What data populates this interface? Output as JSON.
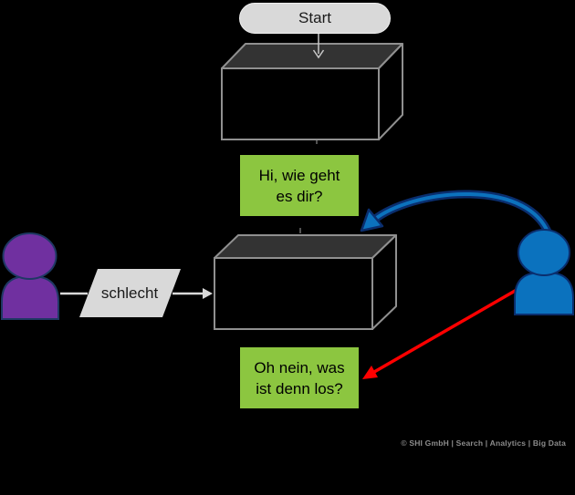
{
  "diagram": {
    "background": "#000000",
    "start": {
      "label": "Start",
      "fill": "#D9D9D9",
      "text_color": "#1A1A1A"
    },
    "start_arrow": {
      "color": "#C8C8C8"
    },
    "machine_top": {
      "front_fill": "#000000",
      "top_fill": "#333333",
      "outline": "#909090"
    },
    "machine_middle": {
      "front_fill": "#000000",
      "top_fill": "#333333",
      "outline": "#909090"
    },
    "bot_message_top": {
      "line1": "Hi, wie geht",
      "line2": "es dir?",
      "fill": "#8CC640",
      "text_color": "#000000"
    },
    "bot_message_bottom": {
      "line1": "Oh nein, was",
      "line2": "ist denn los?",
      "fill": "#8CC640",
      "text_color": "#000000"
    },
    "user_input": {
      "label": "schlecht",
      "fill": "#D9D9D9",
      "text_color": "#1A1A1A"
    },
    "person_left": {
      "fill": "#7030A0",
      "outline": "#1F3864"
    },
    "person_right": {
      "fill": "#0B72BE",
      "outline": "#0A2E6E"
    },
    "connector": {
      "color": "#D9D9D9"
    },
    "curved_arrow": {
      "fill": "#0C72BD",
      "outline": "#0A2E6E"
    },
    "red_arrow": {
      "color": "#FF0000"
    }
  },
  "footer": {
    "copyright": "© SHI GmbH | Search | Analytics | Big Data",
    "color": "#8C8C8C"
  }
}
